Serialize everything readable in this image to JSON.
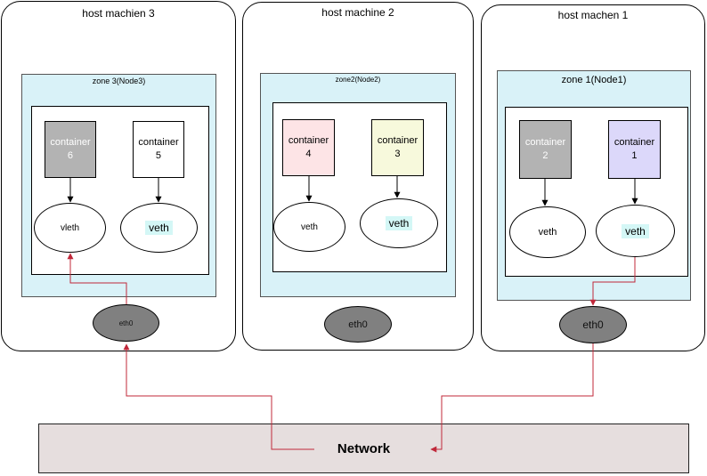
{
  "hosts": [
    {
      "title": "host machien 3",
      "zone": "zone 3(Node3)",
      "containers": [
        {
          "label": "container\n6",
          "fill": "#b3b3b3",
          "text_color": "#ffffff"
        },
        {
          "label": "container\n5",
          "fill": "#ffffff",
          "text_color": "#000000"
        }
      ],
      "veths": [
        {
          "label": "vleth",
          "highlight": false
        },
        {
          "label": "veth",
          "highlight": true
        }
      ],
      "eth": "eth0"
    },
    {
      "title": "host machine 2",
      "zone": "zone2(Node2)",
      "containers": [
        {
          "label": "container\n4",
          "fill": "#fde4e6",
          "text_color": "#000000"
        },
        {
          "label": "container\n3",
          "fill": "#f7f9dc",
          "text_color": "#000000"
        }
      ],
      "veths": [
        {
          "label": "veth",
          "highlight": false
        },
        {
          "label": "veth",
          "highlight": true
        }
      ],
      "eth": "eth0"
    },
    {
      "title": "host machen 1",
      "zone": "zone 1(Node1)",
      "containers": [
        {
          "label": "container\n2",
          "fill": "#b3b3b3",
          "text_color": "#ffffff"
        },
        {
          "label": "container\n1",
          "fill": "#dcd8fa",
          "text_color": "#000000"
        }
      ],
      "veths": [
        {
          "label": "veth",
          "highlight": false
        },
        {
          "label": "veth",
          "highlight": true
        }
      ],
      "eth": "eth0"
    }
  ],
  "network": "Network",
  "colors": {
    "zone_fill": "#d9f2f8",
    "eth_fill": "#808080",
    "network_fill": "#e6dede",
    "link": "#c0283a",
    "veth_highlight": "#d4f7f6"
  }
}
